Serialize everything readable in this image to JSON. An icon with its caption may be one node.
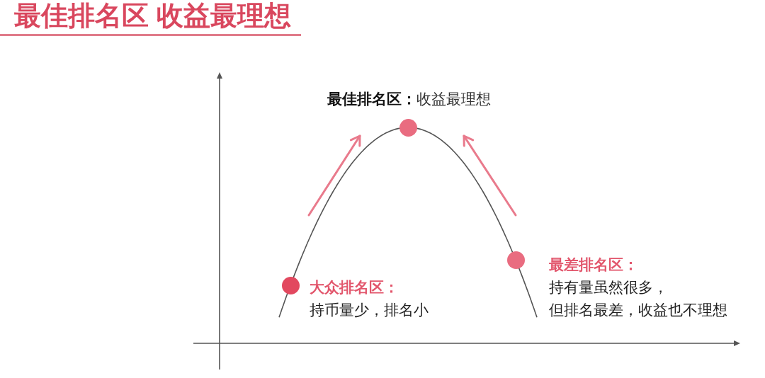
{
  "diagram": {
    "title": "最佳排名区 收益最理想",
    "nodes": [
      {
        "text": [],
        "shape": "circle",
        "beside": [
          "大众排名区：",
          "持币量少，排名小"
        ]
      },
      {
        "text": [],
        "shape": "circle",
        "beside": [
          "**最佳排名区：**收益最理想"
        ]
      },
      {
        "text": [],
        "shape": "circle",
        "beside": [
          "最差排名区：",
          "持有量虽然很多，但排名最差，收益也不理想"
        ]
      }
    ]
  }
}
